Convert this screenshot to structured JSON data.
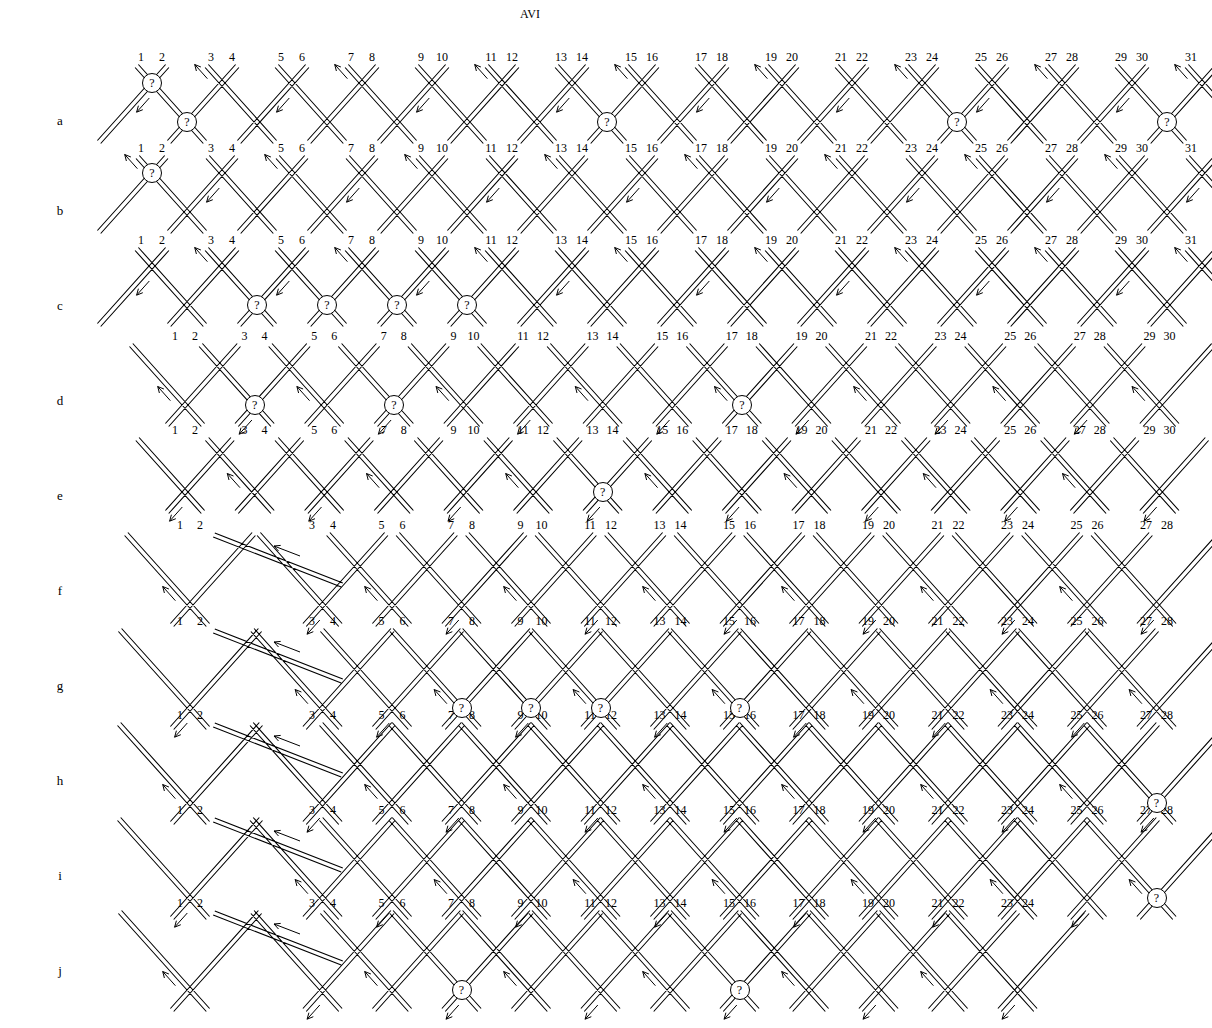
{
  "diagram": {
    "title": "AVI",
    "nodes": [
      {
        "text": [
          "?"
        ]
      },
      {
        "text": [
          "?"
        ]
      },
      {
        "text": [
          "?"
        ]
      },
      {
        "text": [
          "?"
        ]
      },
      {
        "text": [
          "?"
        ]
      },
      {
        "text": [
          "?"
        ]
      },
      {
        "text": [
          "?"
        ]
      },
      {
        "text": [
          "?"
        ]
      },
      {
        "text": [
          "?"
        ]
      },
      {
        "text": [
          "?"
        ]
      },
      {
        "text": [
          "?"
        ]
      },
      {
        "text": [
          "?"
        ]
      },
      {
        "text": [
          "?"
        ]
      },
      {
        "text": [
          "?"
        ]
      },
      {
        "text": [
          "?"
        ]
      },
      {
        "text": [
          "?"
        ]
      },
      {
        "text": [
          "?"
        ]
      },
      {
        "text": [
          "?"
        ]
      },
      {
        "text": [
          "?"
        ]
      },
      {
        "text": [
          "?"
        ]
      },
      {
        "text": [
          "?"
        ]
      },
      {
        "text": [
          "?"
        ]
      }
    ],
    "labels": [
      "a",
      "1",
      "2",
      "3",
      "4",
      "5",
      "6",
      "7",
      "8",
      "9",
      "10",
      "11",
      "12",
      "13",
      "14",
      "15",
      "16",
      "17",
      "18",
      "19",
      "20",
      "21",
      "22",
      "23",
      "24",
      "25",
      "26",
      "27",
      "28",
      "29",
      "30",
      "31",
      "b",
      "1",
      "2",
      "3",
      "4",
      "5",
      "6",
      "7",
      "8",
      "9",
      "10",
      "11",
      "12",
      "13",
      "14",
      "15",
      "16",
      "17",
      "18",
      "19",
      "20",
      "21",
      "22",
      "23",
      "24",
      "25",
      "26",
      "27",
      "28",
      "29",
      "30",
      "31",
      "c",
      "1",
      "2",
      "3",
      "4",
      "5",
      "6",
      "7",
      "8",
      "9",
      "10",
      "11",
      "12",
      "13",
      "14",
      "15",
      "16",
      "17",
      "18",
      "19",
      "20",
      "21",
      "22",
      "23",
      "24",
      "25",
      "26",
      "27",
      "28",
      "29",
      "30",
      "31",
      "d",
      "1",
      "2",
      "3",
      "4",
      "5",
      "6",
      "7",
      "8",
      "9",
      "10",
      "11",
      "12",
      "13",
      "14",
      "15",
      "16",
      "17",
      "18",
      "19",
      "20",
      "21",
      "22",
      "23",
      "24",
      "25",
      "26",
      "27",
      "28",
      "29",
      "30",
      "e",
      "1",
      "2",
      "3",
      "4",
      "5",
      "6",
      "7",
      "8",
      "9",
      "10",
      "11",
      "12",
      "13",
      "14",
      "15",
      "16",
      "17",
      "18",
      "19",
      "20",
      "21",
      "22",
      "23",
      "24",
      "25",
      "26",
      "27",
      "28",
      "29",
      "30",
      "f",
      "1",
      "2",
      "3",
      "4",
      "5",
      "6",
      "7",
      "8",
      "9",
      "10",
      "11",
      "12",
      "13",
      "14",
      "15",
      "16",
      "17",
      "18",
      "19",
      "20",
      "21",
      "22",
      "23",
      "24",
      "25",
      "26",
      "27",
      "28",
      "g",
      "1",
      "2",
      "3",
      "4",
      "5",
      "6",
      "7",
      "8",
      "9",
      "10",
      "11",
      "12",
      "13",
      "14",
      "15",
      "16",
      "17",
      "18",
      "19",
      "20",
      "21",
      "22",
      "23",
      "24",
      "25",
      "26",
      "27",
      "28",
      "h",
      "1",
      "2",
      "3",
      "4",
      "5",
      "6",
      "7",
      "8",
      "9",
      "10",
      "11",
      "12",
      "13",
      "14",
      "15",
      "16",
      "17",
      "18",
      "19",
      "20",
      "21",
      "22",
      "23",
      "24",
      "25",
      "26",
      "27",
      "28",
      "i",
      "1",
      "2",
      "3",
      "4",
      "5",
      "6",
      "7",
      "8",
      "9",
      "10",
      "11",
      "12",
      "13",
      "14",
      "15",
      "16",
      "17",
      "18",
      "19",
      "20",
      "21",
      "22",
      "23",
      "24",
      "25",
      "26",
      "27",
      "28",
      "j",
      "1",
      "2",
      "3",
      "4",
      "5",
      "6",
      "7",
      "8",
      "9",
      "10",
      "11",
      "12",
      "13",
      "14",
      "15",
      "16",
      "17",
      "18",
      "19",
      "20",
      "21",
      "22",
      "23",
      "24"
    ]
  }
}
